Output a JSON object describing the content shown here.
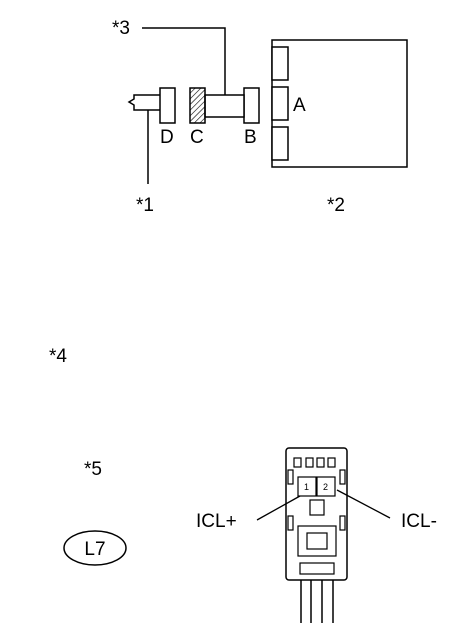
{
  "callouts": {
    "c1": "*1",
    "c2": "*2",
    "c3": "*3",
    "c4": "*4",
    "c5": "*5"
  },
  "parts": {
    "a": "A",
    "b": "B",
    "c": "C",
    "d": "D"
  },
  "connector": {
    "code": "L7",
    "pin1": "1",
    "pin2": "2",
    "left_terminal": "ICL+",
    "right_terminal": "ICL-"
  }
}
